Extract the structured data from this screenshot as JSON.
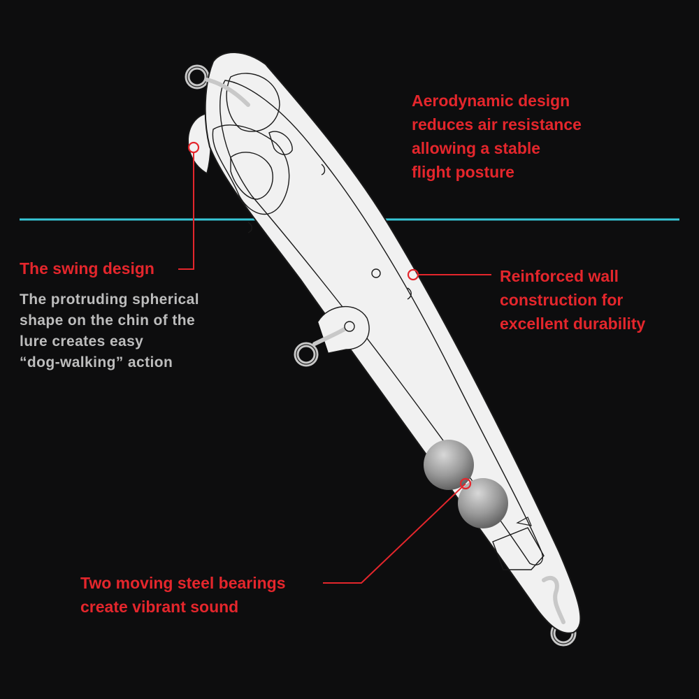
{
  "colors": {
    "background": "#0d0d0e",
    "callout": "#e4262c",
    "waterline": "#37c6d6",
    "lure_body": "#f1f1f1",
    "outline": "#1a1a1a",
    "description": "#bdbdbd"
  },
  "callouts": {
    "aerodynamic": {
      "lines": [
        "Aerodynamic design",
        "reduces air resistance",
        "allowing a stable",
        "flight posture"
      ]
    },
    "swing": {
      "title": "The swing design",
      "description": [
        "The protruding spherical",
        "shape on the chin of the",
        "lure creates easy",
        "“dog-walking” action"
      ]
    },
    "wall": {
      "lines": [
        "Reinforced wall",
        "construction for",
        "excellent durability"
      ]
    },
    "bearings": {
      "lines": [
        "Two moving steel bearings",
        "create vibrant sound"
      ]
    }
  },
  "icons": {
    "line_eye": "ring-icon",
    "belly_hook_eye": "ring-icon",
    "tail_hook_eye": "ring-icon",
    "marker": "circle-marker-icon"
  }
}
